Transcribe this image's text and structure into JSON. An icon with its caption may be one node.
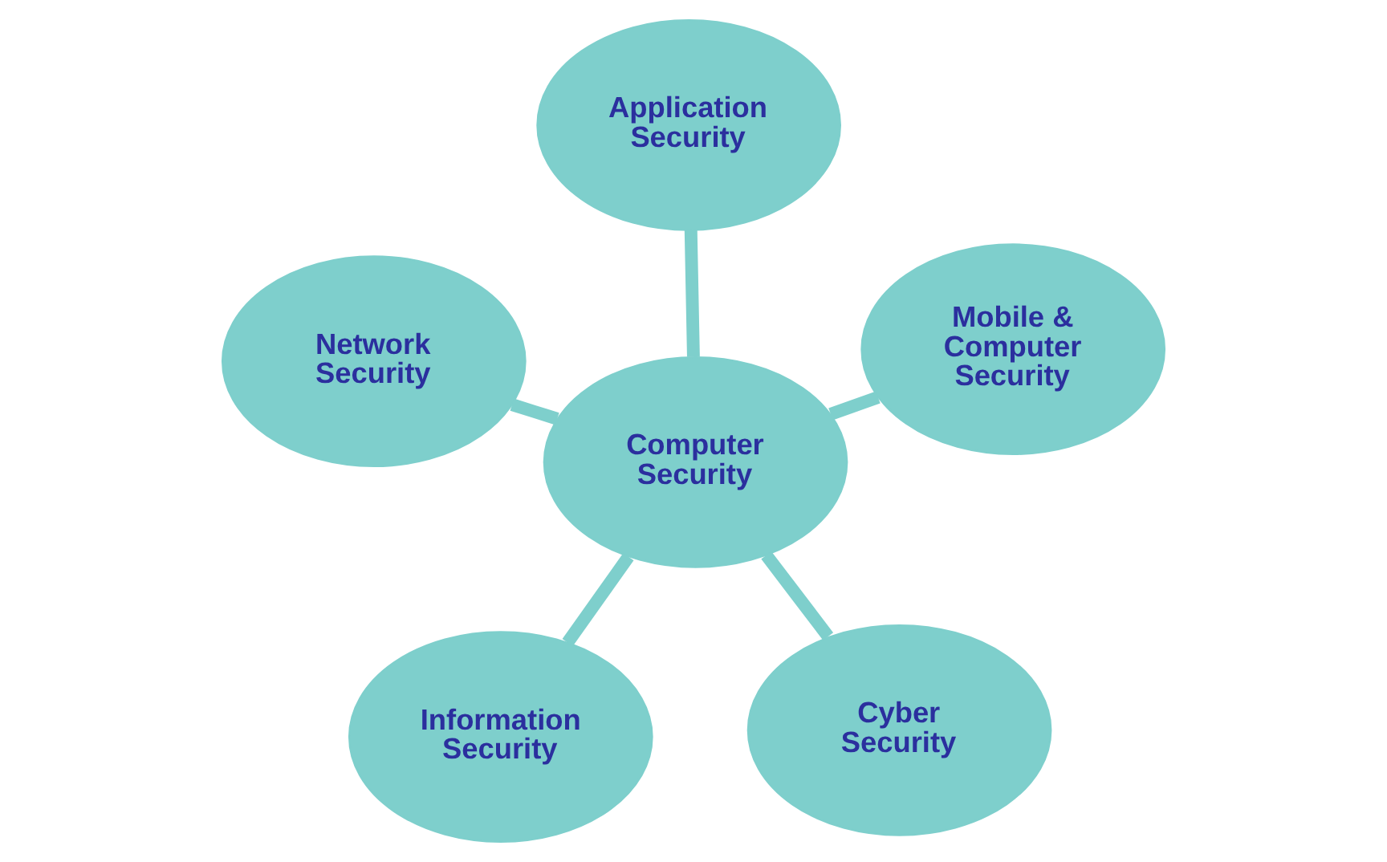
{
  "diagram": {
    "nodes": [
      {
        "text": [
          "Information Security"
        ]
      },
      {
        "text": [
          "Cyber Security"
        ]
      },
      {
        "text": [
          "Computer Security"
        ]
      },
      {
        "text": [
          "Application Security"
        ]
      },
      {
        "text": [
          "Mobile & Computer Security"
        ]
      },
      {
        "text": [
          "Network Security"
        ]
      }
    ],
    "edges": [
      {
        "from": 2,
        "to": 0,
        "arrow": "none"
      },
      {
        "from": 2,
        "to": 1,
        "arrow": "none"
      },
      {
        "from": 2,
        "to": 3,
        "arrow": "none"
      },
      {
        "from": 2,
        "to": 4,
        "arrow": "none"
      },
      {
        "from": 2,
        "to": 5,
        "arrow": "none"
      }
    ]
  }
}
